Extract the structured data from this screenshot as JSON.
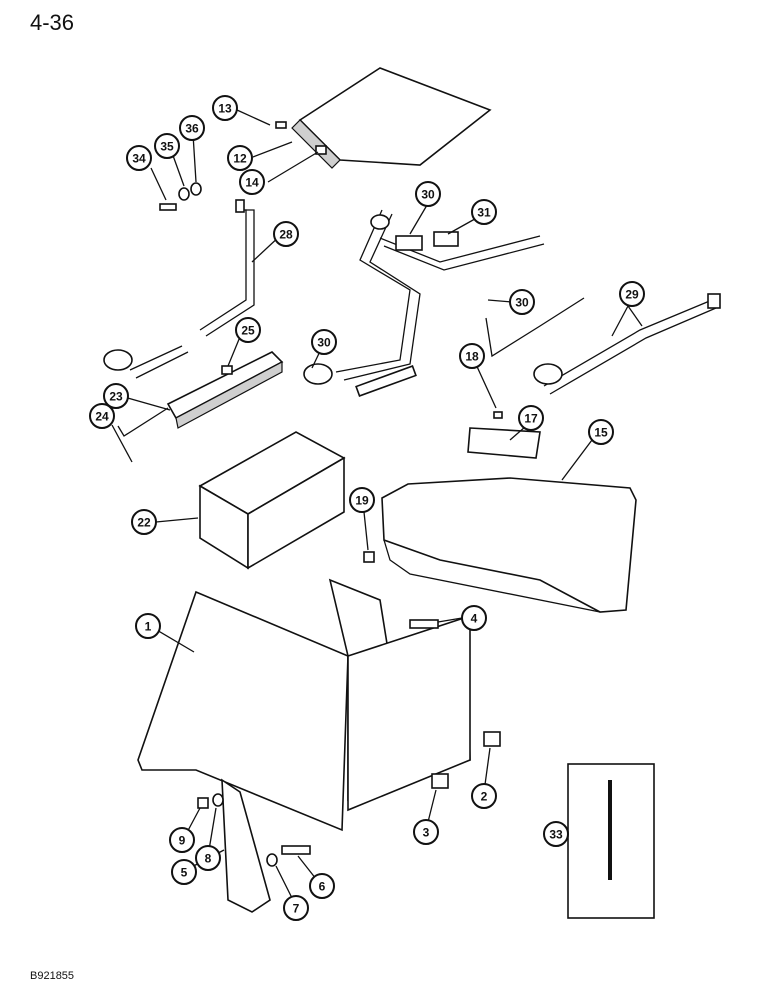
{
  "page": {
    "number": "4-36",
    "figure_code": "B921855"
  },
  "callouts": [
    "1",
    "2",
    "3",
    "4",
    "5",
    "6",
    "7",
    "8",
    "9",
    "12",
    "13",
    "14",
    "15",
    "17",
    "18",
    "19",
    "22",
    "23",
    "24",
    "25",
    "28",
    "29",
    "30",
    "30",
    "30",
    "31",
    "33",
    "34",
    "35",
    "36"
  ]
}
